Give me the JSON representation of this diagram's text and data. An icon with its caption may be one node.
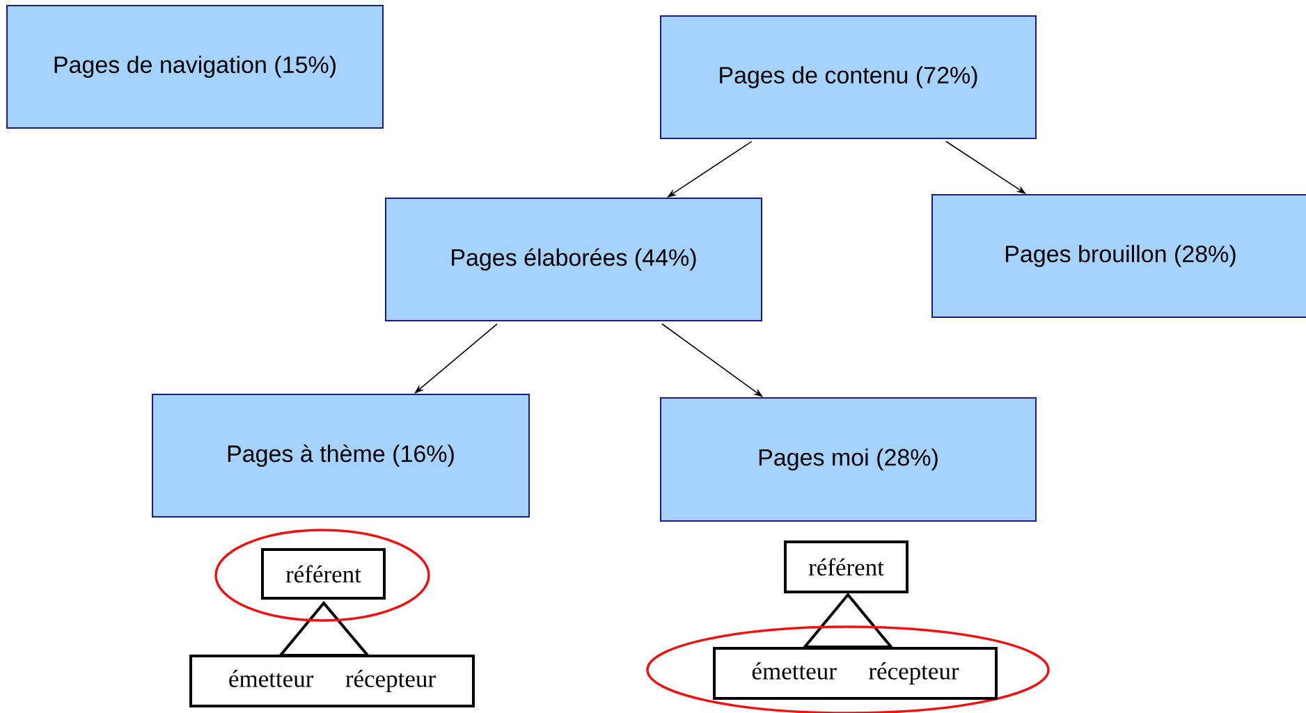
{
  "diagram": {
    "nodes": [
      {
        "text": [
          "Pages de navigation (15%)"
        ]
      },
      {
        "text": [
          "Pages de contenu (72%)"
        ]
      },
      {
        "text": [
          "Pages élaborées (44%)"
        ]
      },
      {
        "text": [
          "Pages brouillon (28%)"
        ]
      },
      {
        "text": [
          "Pages à thème (16%)"
        ]
      },
      {
        "text": [
          "Pages moi (28%)"
        ]
      },
      {
        "text": [
          "référent"
        ]
      },
      {
        "text": [
          "émetteur",
          "récepteur"
        ]
      },
      {
        "text": [
          "référent"
        ]
      },
      {
        "text": [
          "émetteur",
          "récepteur"
        ]
      }
    ],
    "edges": [
      {
        "from": 1,
        "to": 2,
        "arrow": "to"
      },
      {
        "from": 1,
        "to": 3,
        "arrow": "to"
      },
      {
        "from": 2,
        "to": 4,
        "arrow": "to"
      },
      {
        "from": 2,
        "to": 5,
        "arrow": "to"
      }
    ]
  }
}
